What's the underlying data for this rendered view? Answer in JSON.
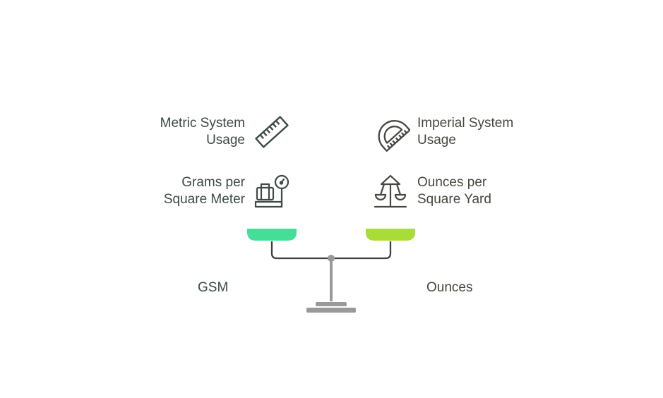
{
  "left": {
    "title": "GSM",
    "color": "#44de98",
    "items": [
      {
        "line1": "Metric System",
        "line2": "Usage",
        "icon": "ruler-icon"
      },
      {
        "line1": "Grams per",
        "line2": "Square Meter",
        "icon": "luggage-scale-icon"
      }
    ]
  },
  "right": {
    "title": "Ounces",
    "color": "#a9dc35",
    "items": [
      {
        "line1": "Imperial System",
        "line2": "Usage",
        "icon": "protractor-icon"
      },
      {
        "line1": "Ounces per",
        "line2": "Square Yard",
        "icon": "swing-ride-icon"
      }
    ]
  },
  "colors": {
    "left_text": "#3d4a45",
    "right_text": "#46473f",
    "beam": "#3f3f3f",
    "stand": "#999999"
  }
}
